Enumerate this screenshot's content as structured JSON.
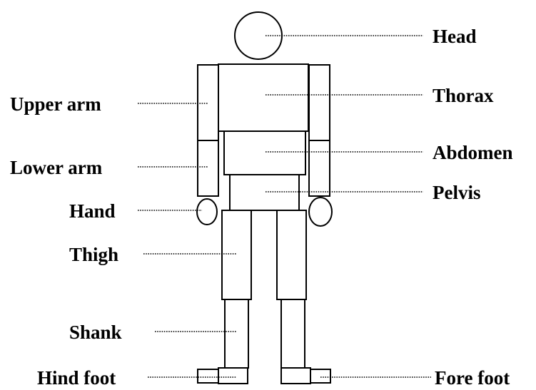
{
  "labels": {
    "head": "Head",
    "thorax": "Thorax",
    "abdomen": "Abdomen",
    "pelvis": "Pelvis",
    "upper_arm": "Upper arm",
    "lower_arm": "Lower arm",
    "hand": "Hand",
    "thigh": "Thigh",
    "shank": "Shank",
    "hind_foot": "Hind foot",
    "fore_foot": "Fore foot"
  },
  "colors": {
    "stroke": "#000000",
    "fill": "#ffffff",
    "text": "#000000"
  }
}
